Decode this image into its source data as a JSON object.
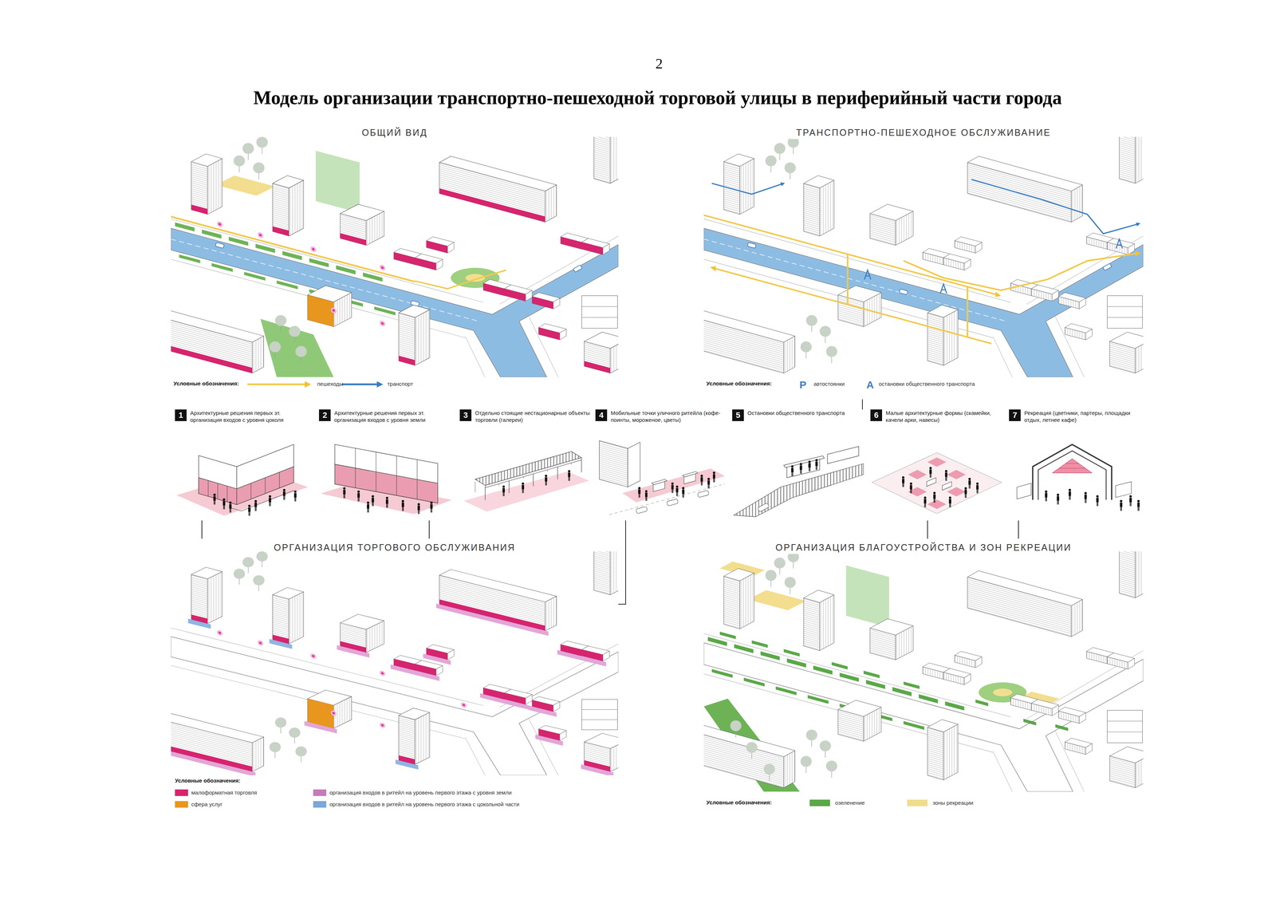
{
  "diagram": {
    "title": "Модель организации транспортно-пешеходной торговой улицы в периферийный части города",
    "nodes": [
      {
        "text": [
          "ОБЩИЙ ВИД"
        ]
      },
      {
        "text": [
          "ТРАНСПОРТНО-ПЕШЕХОДНОЕ ОБСЛУЖИВАНИЕ"
        ]
      },
      {
        "text": [
          "1",
          "Архитектурные решения первых эт. организация входов с уровня цоколя"
        ]
      },
      {
        "text": [
          "2",
          "Архитектурные решения первых эт. организация входов с уровня земли"
        ]
      },
      {
        "text": [
          "3",
          "Отдельно стоящие нестационарные объекты торговли (галереи)"
        ]
      },
      {
        "text": [
          "4",
          "Мобильные точки уличного ритейла (кофе-поинты, мороженое, цветы)"
        ]
      },
      {
        "text": [
          "5",
          "Остановки общественного транспорта"
        ]
      },
      {
        "text": [
          "6",
          "Малые архитектурные формы (скамейки, качели арки, навесы)"
        ]
      },
      {
        "text": [
          "7",
          "Рекреация (цветники, партеры, площадки отдых, летнее кафе)"
        ]
      },
      {
        "text": [
          "ОРГАНИЗАЦИЯ ТОРГОВОГО ОБСЛУЖИВАНИЯ"
        ]
      },
      {
        "text": [
          "ОРГАНИЗАЦИЯ БЛАГОУСТРОЙСТВА И ЗОН РЕКРЕАЦИИ"
        ]
      }
    ],
    "edges": [
      {
        "from": 2,
        "to": 9,
        "arrow": "none"
      },
      {
        "from": 3,
        "to": 9,
        "arrow": "none"
      },
      {
        "from": 5,
        "to": 9,
        "arrow": "none"
      },
      {
        "from": 6,
        "to": 1,
        "arrow": "none"
      },
      {
        "from": 7,
        "to": 10,
        "arrow": "none"
      },
      {
        "from": 8,
        "to": 10,
        "arrow": "none"
      }
    ],
    "labels": [
      "2",
      "Условные обозначения:",
      "Условные обозначения:",
      "P",
      "A",
      "Условные обозначения:",
      "Условные обозначения:"
    ],
    "legend": [
      {
        "text": "пешеходы"
      },
      {
        "text": "транспорт"
      },
      {
        "text": "автостоянки"
      },
      {
        "text": "остановки общественного транспорта"
      },
      {
        "text": "малоформатная торговля",
        "color": "#d6246e"
      },
      {
        "text": "организация входов в ритейл на уровень первого этажа с уровня земли",
        "color": "#c77ab8"
      },
      {
        "text": "сфера услуг",
        "color": "#e8961e"
      },
      {
        "text": "организация входов в ритейл на уровень первого этажа с цокольной части",
        "color": "#7ba7d9"
      },
      {
        "text": "озеленение",
        "color": "#5aa847"
      },
      {
        "text": "зоны рекреации",
        "color": "#f0dc8c"
      }
    ]
  }
}
